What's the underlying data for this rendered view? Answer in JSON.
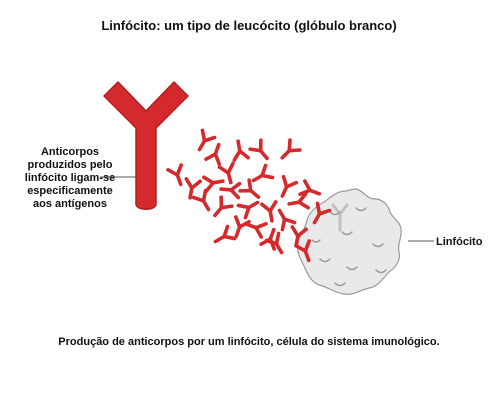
{
  "title": "Linfócito: um tipo de leucócito (glóbulo branco)",
  "left_label_lines": [
    "Anticorpos",
    "produzidos pelo",
    "linfócito ligam-se",
    "especificamente",
    "aos antígenos"
  ],
  "right_label": "Linfócito",
  "caption": "Produção de anticorpos por um linfócito, célula do sistema  imunológico.",
  "colors": {
    "antibody": "#d42a2d",
    "antibody_edge": "#b21d22",
    "cell_fill": "#e9e9ea",
    "cell_edge": "#9a9a9a",
    "leader_line": "#555555"
  },
  "icons": {
    "antibody": "antibody-y-shape",
    "cell": "lymphocyte-cell"
  }
}
